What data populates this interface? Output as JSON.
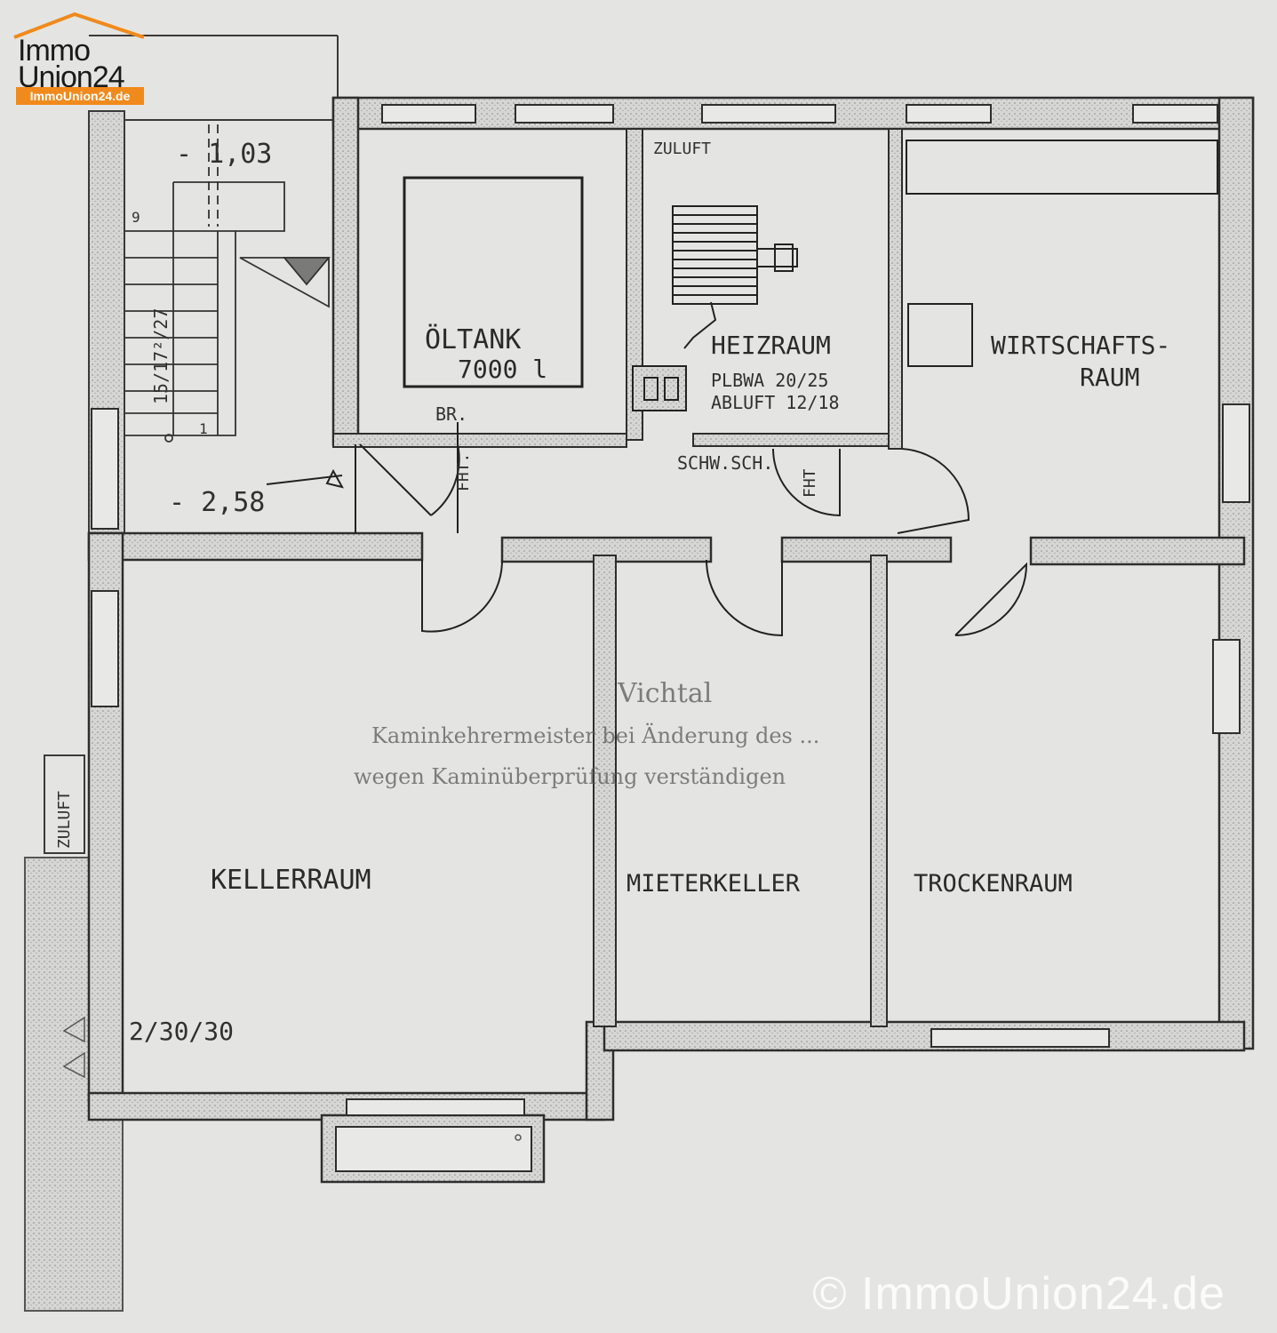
{
  "logo": {
    "line1": "Immo",
    "line2": "Union",
    "num": "24",
    "url": "ImmoUnion24.de",
    "accent": "#f08a1c"
  },
  "watermark": "© ImmoUnion24.de",
  "rooms": {
    "oeltank": "ÖLTANK",
    "oeltank_volume": "7000 l",
    "heizraum": "HEIZRAUM",
    "heizraum_note1": "PLBWA 20/25",
    "heizraum_note2": "ABLUFT 12/18",
    "wirtschaft1": "WIRTSCHAFTS-",
    "wirtschaft2": "RAUM",
    "kellerraum": "KELLERRAUM",
    "mieterkeller": "MIETERKELLER",
    "trockenraum": "TROCKENRAUM"
  },
  "labels": {
    "zuluft_top": "ZULUFT",
    "zuluft_side": "ZULUFT",
    "level_top": "- 1,03",
    "level_bottom": "- 2,58",
    "stair_spec": "15/17²/27",
    "stair_num_top": "9",
    "stair_num_bottom": "1",
    "br": "BR.",
    "fht1": "FHT.",
    "fht2": "FHT",
    "schwsch": "SCHW.SCH.",
    "keller_dim": "2/30/30"
  },
  "stamp": {
    "line1": "Vichtal",
    "line2": "Kaminkehrermeister bei Änderung des ...",
    "line3": "wegen Kaminüberprüfung verständigen"
  }
}
